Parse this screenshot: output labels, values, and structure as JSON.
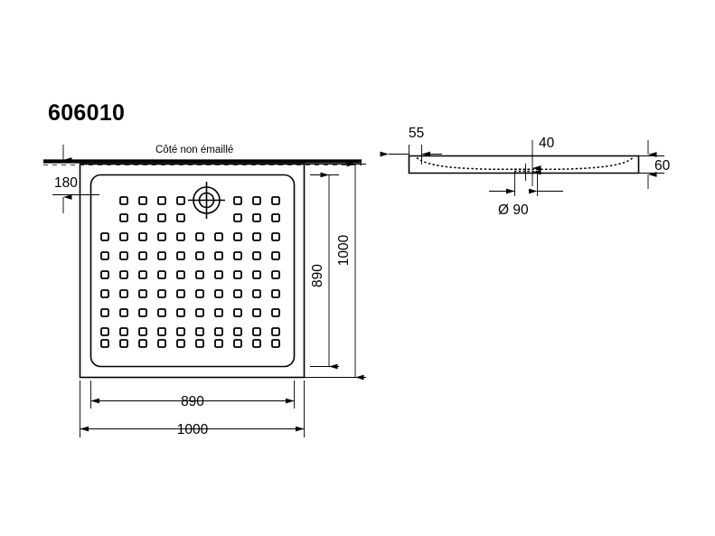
{
  "sheet": {
    "title": "606010",
    "background_color": "#ffffff",
    "line_color": "#000000"
  },
  "plan_view": {
    "name": "shower-tray-plan-view",
    "note_label": "Côté non émaillé",
    "note_label_display": "Côté non émaillé",
    "dimensions": {
      "top_offset": "180",
      "width_inner": "890",
      "width_outer": "1000",
      "height_inner": "890",
      "height_outer": "1000"
    },
    "stud_grid": {
      "rows": 9,
      "columns": 10,
      "missing_positions": "drain occupies row 1-2 columns 5-6"
    },
    "drain": {
      "name": "drain-symbol",
      "style": "concentric-circles-with-crosshair"
    }
  },
  "section_view": {
    "name": "shower-tray-section-view",
    "dimensions": {
      "rim_width": "55",
      "drain_depth": "40",
      "drain_diameter": "Ø 90",
      "total_height": "60"
    }
  }
}
